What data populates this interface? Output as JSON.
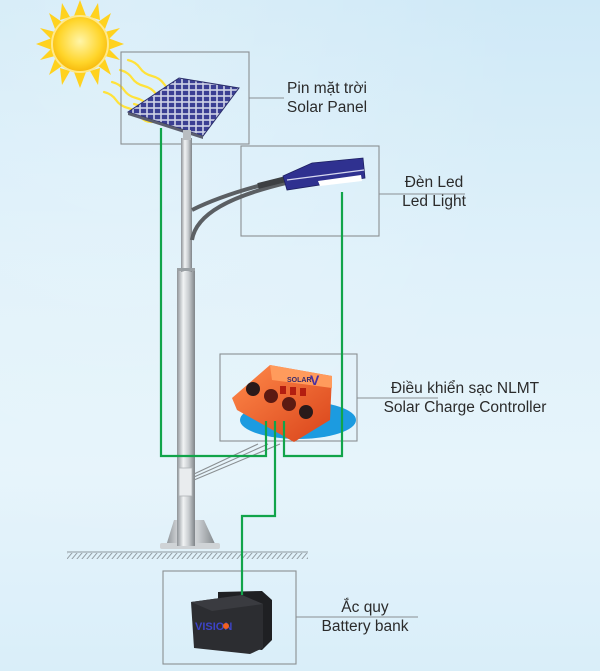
{
  "diagram": {
    "title_hidden": "Solar street light system",
    "components": [
      {
        "id": "solar_panel",
        "label_vi": "Pin mặt trời",
        "label_en": "Solar Panel",
        "icon": "solar-panel-icon"
      },
      {
        "id": "led_light",
        "label_vi": "Đèn Led",
        "label_en": "Led Light",
        "icon": "street-lamp-icon"
      },
      {
        "id": "charge_controller",
        "label_vi": "Điều khiển sạc NLMT",
        "label_en": "Solar Charge Controller",
        "icon": "charge-controller-icon",
        "brand_text": "SOLAR V"
      },
      {
        "id": "battery",
        "label_vi": "Ắc quy",
        "label_en": "Battery bank",
        "icon": "battery-icon"
      }
    ],
    "colors": {
      "wire": "#11a44a",
      "callout_box": "#8a8f92",
      "sun": "#ffd21f",
      "panel": "#3a3f8f",
      "lamp": "#2e2f8a",
      "controller": "#f0602a",
      "battery": "#2a2b2e",
      "ground_hatch": "#8f9aa0"
    }
  }
}
